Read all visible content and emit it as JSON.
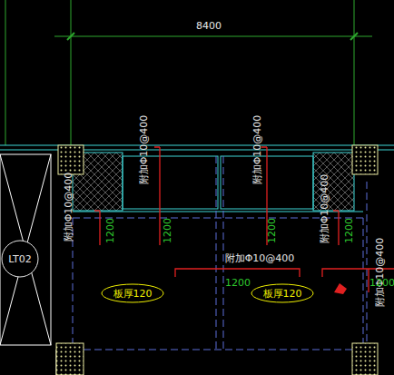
{
  "diagram": {
    "nodes": [
      {
        "text": [
          "LT02"
        ]
      },
      {
        "text": [
          "板厚120"
        ]
      },
      {
        "text": [
          "板厚120"
        ]
      }
    ],
    "labels": [
      "8400",
      "附加Φ10@400",
      "附加Φ10@400",
      "附加Φ10@400",
      "附加Φ10@400",
      "附加Φ10@400",
      "1200",
      "1200",
      "1200",
      "1200",
      "附加Φ10@400",
      "1200",
      "1200"
    ]
  }
}
